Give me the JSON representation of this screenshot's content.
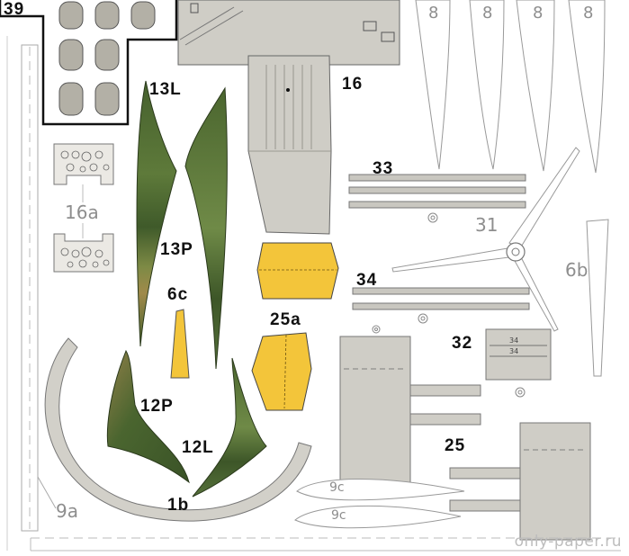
{
  "labels": {
    "p39": "39",
    "p13L": "13L",
    "p16": "16",
    "p13P": "13P",
    "p6c": "6c",
    "p25a": "25a",
    "p12P": "12P",
    "p12L": "12L",
    "p1b": "1b",
    "p33": "33",
    "p34": "34",
    "p32": "32",
    "p25": "25",
    "p31": "31",
    "p16a": "16a",
    "p6b": "6b",
    "p9a": "9a",
    "p9c_top": "9c",
    "p9c_bottom": "9c",
    "p32_strip_1": "34",
    "p32_strip_2": "34",
    "blade_mark_1": "8",
    "blade_mark_2": "8",
    "blade_mark_3": "8",
    "blade_mark_4": "8"
  },
  "watermark": "only-paper.ru",
  "colors": {
    "paper": "#ffffff",
    "grey_part": "#cfcdc6",
    "grey_dark": "#b9b7b0",
    "camo_green": "#46612e",
    "camo_light": "#6f8a47",
    "camo_tan": "#a08a4a",
    "yellow": "#f3c53a",
    "outline": "#333333",
    "pencil": "#9a9a9a"
  }
}
